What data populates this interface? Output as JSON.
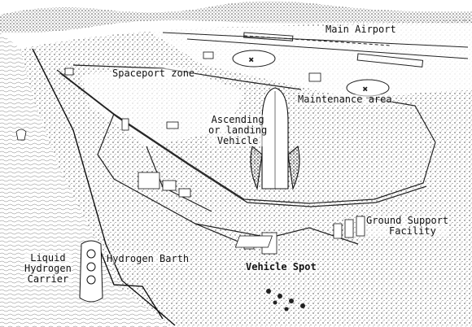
{
  "labels": {
    "main_airport": "Main Airport",
    "spaceport_zone": "Spaceport zone",
    "maintenance_area": "Maintenance area",
    "ascending_vehicle": [
      "Ascending",
      "or landing",
      "Vehicle"
    ],
    "ground_support": [
      "Ground Support",
      "Facility"
    ],
    "liquid_hydrogen_carrier": [
      "Liquid",
      "Hydrogen",
      "Carrier"
    ],
    "hydrogen_barth": "Hydrogen Barth",
    "vehicle_spot": "Vehicle Spot"
  },
  "colors": {
    "ink": "#1a1a1a",
    "paper": "#ffffff"
  }
}
